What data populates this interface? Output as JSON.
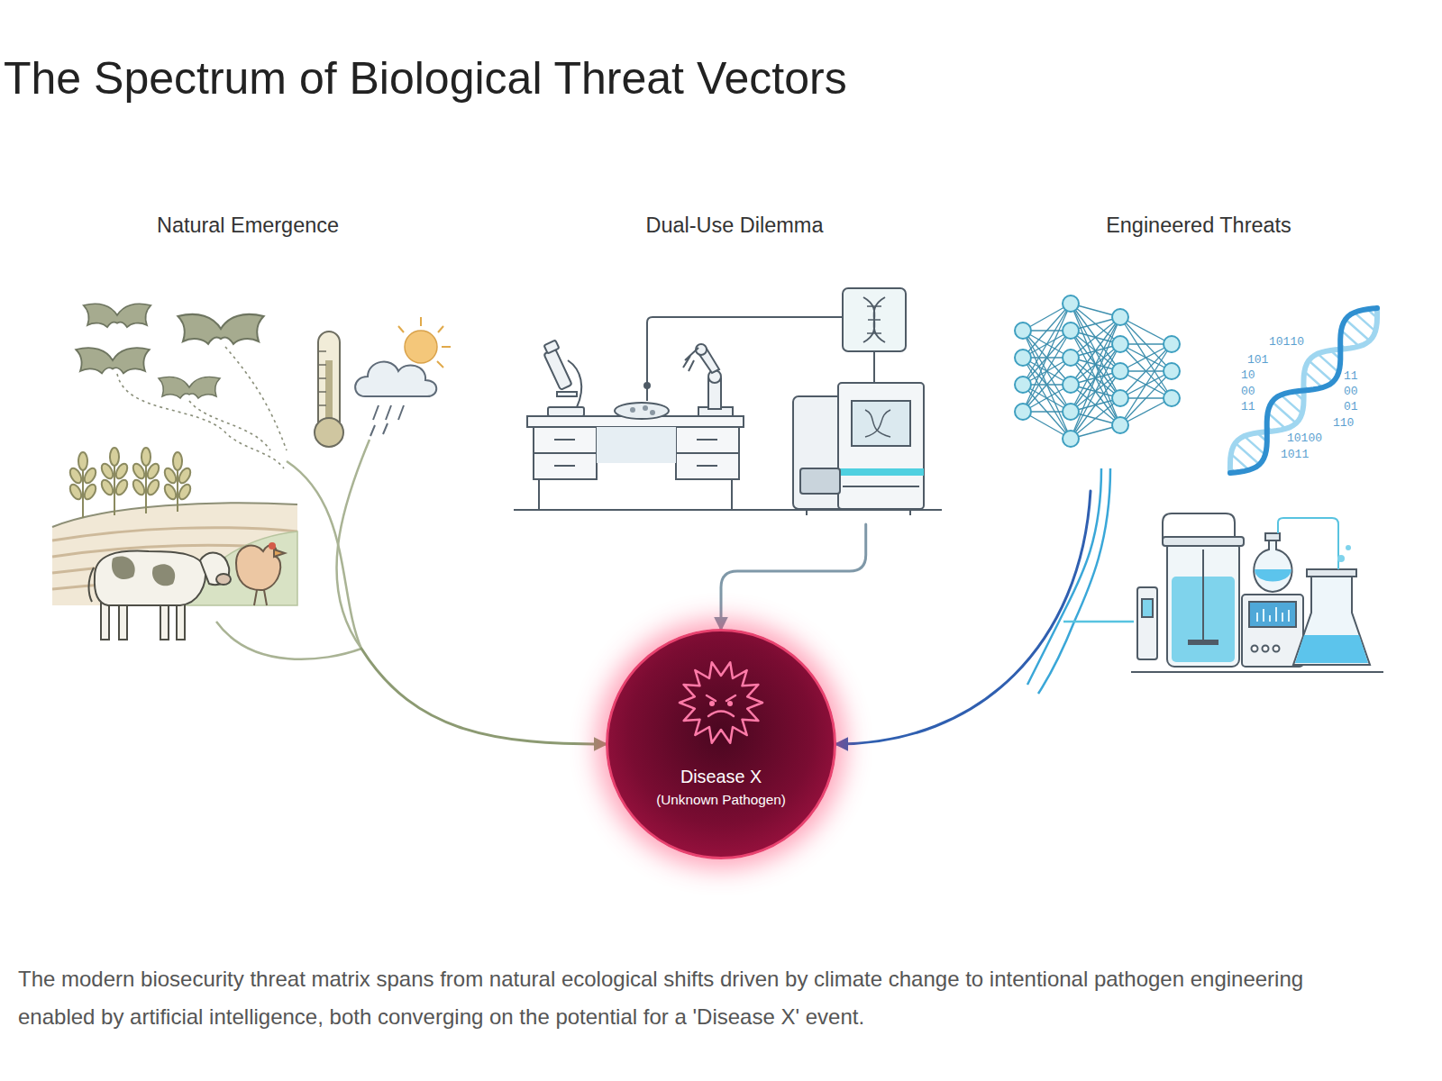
{
  "diagram": {
    "title": "The Spectrum of Biological Threat Vectors",
    "caption": "The modern biosecurity threat matrix spans from natural ecological shifts driven by climate change to intentional pathogen engineering enabled by artificial intelligence, both converging on the potential for a 'Disease X' event.",
    "nodes": [
      {
        "text": [
          "Natural Emergence"
        ]
      },
      {
        "text": [
          "Dual-Use Dilemma"
        ]
      },
      {
        "text": [
          "Engineered Threats"
        ]
      },
      {
        "text": [
          "Disease X",
          "(Unknown Pathogen)"
        ]
      }
    ],
    "edges": [
      {
        "from": 0,
        "to": 3,
        "arrow": "to"
      },
      {
        "from": 1,
        "to": 3,
        "arrow": "to"
      },
      {
        "from": 2,
        "to": 3,
        "arrow": "to"
      }
    ],
    "labels": [
      "10110",
      "101",
      "10",
      "00",
      "11",
      "11",
      "00",
      "01",
      "110",
      "10100",
      "1011"
    ]
  }
}
